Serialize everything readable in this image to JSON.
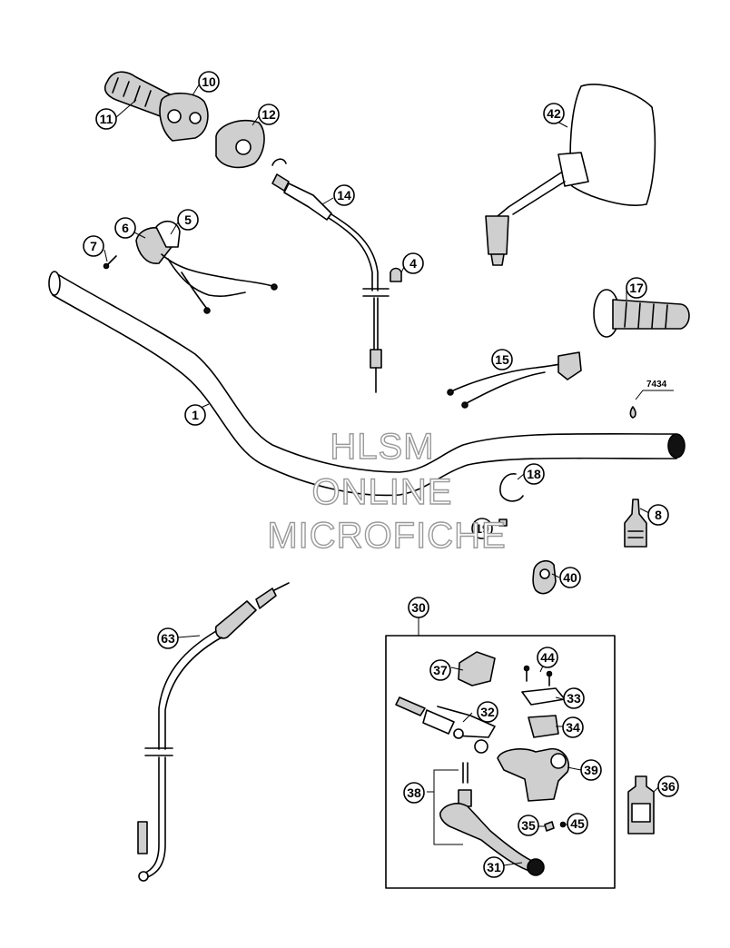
{
  "callouts": [
    {
      "id": "c1",
      "label": "1"
    },
    {
      "id": "c4",
      "label": "4"
    },
    {
      "id": "c5",
      "label": "5"
    },
    {
      "id": "c6",
      "label": "6"
    },
    {
      "id": "c7",
      "label": "7"
    },
    {
      "id": "c8",
      "label": "8"
    },
    {
      "id": "c10",
      "label": "10"
    },
    {
      "id": "c11",
      "label": "11"
    },
    {
      "id": "c12",
      "label": "12"
    },
    {
      "id": "c14",
      "label": "14"
    },
    {
      "id": "c15",
      "label": "15"
    },
    {
      "id": "c17",
      "label": "17"
    },
    {
      "id": "c18",
      "label": "18"
    },
    {
      "id": "c19",
      "label": "19"
    },
    {
      "id": "c30",
      "label": "30"
    },
    {
      "id": "c31",
      "label": "31"
    },
    {
      "id": "c32",
      "label": "32"
    },
    {
      "id": "c33",
      "label": "33"
    },
    {
      "id": "c34",
      "label": "34"
    },
    {
      "id": "c35",
      "label": "35"
    },
    {
      "id": "c36",
      "label": "36"
    },
    {
      "id": "c37",
      "label": "37"
    },
    {
      "id": "c38",
      "label": "38"
    },
    {
      "id": "c39",
      "label": "39"
    },
    {
      "id": "c40",
      "label": "40"
    },
    {
      "id": "c42",
      "label": "42"
    },
    {
      "id": "c44",
      "label": "44"
    },
    {
      "id": "c45",
      "label": "45"
    },
    {
      "id": "c63",
      "label": "63"
    }
  ],
  "part_code": "7434",
  "watermark": {
    "line1": "HLSM",
    "line2": "ONLINE",
    "line3": "MICROFICHE"
  }
}
